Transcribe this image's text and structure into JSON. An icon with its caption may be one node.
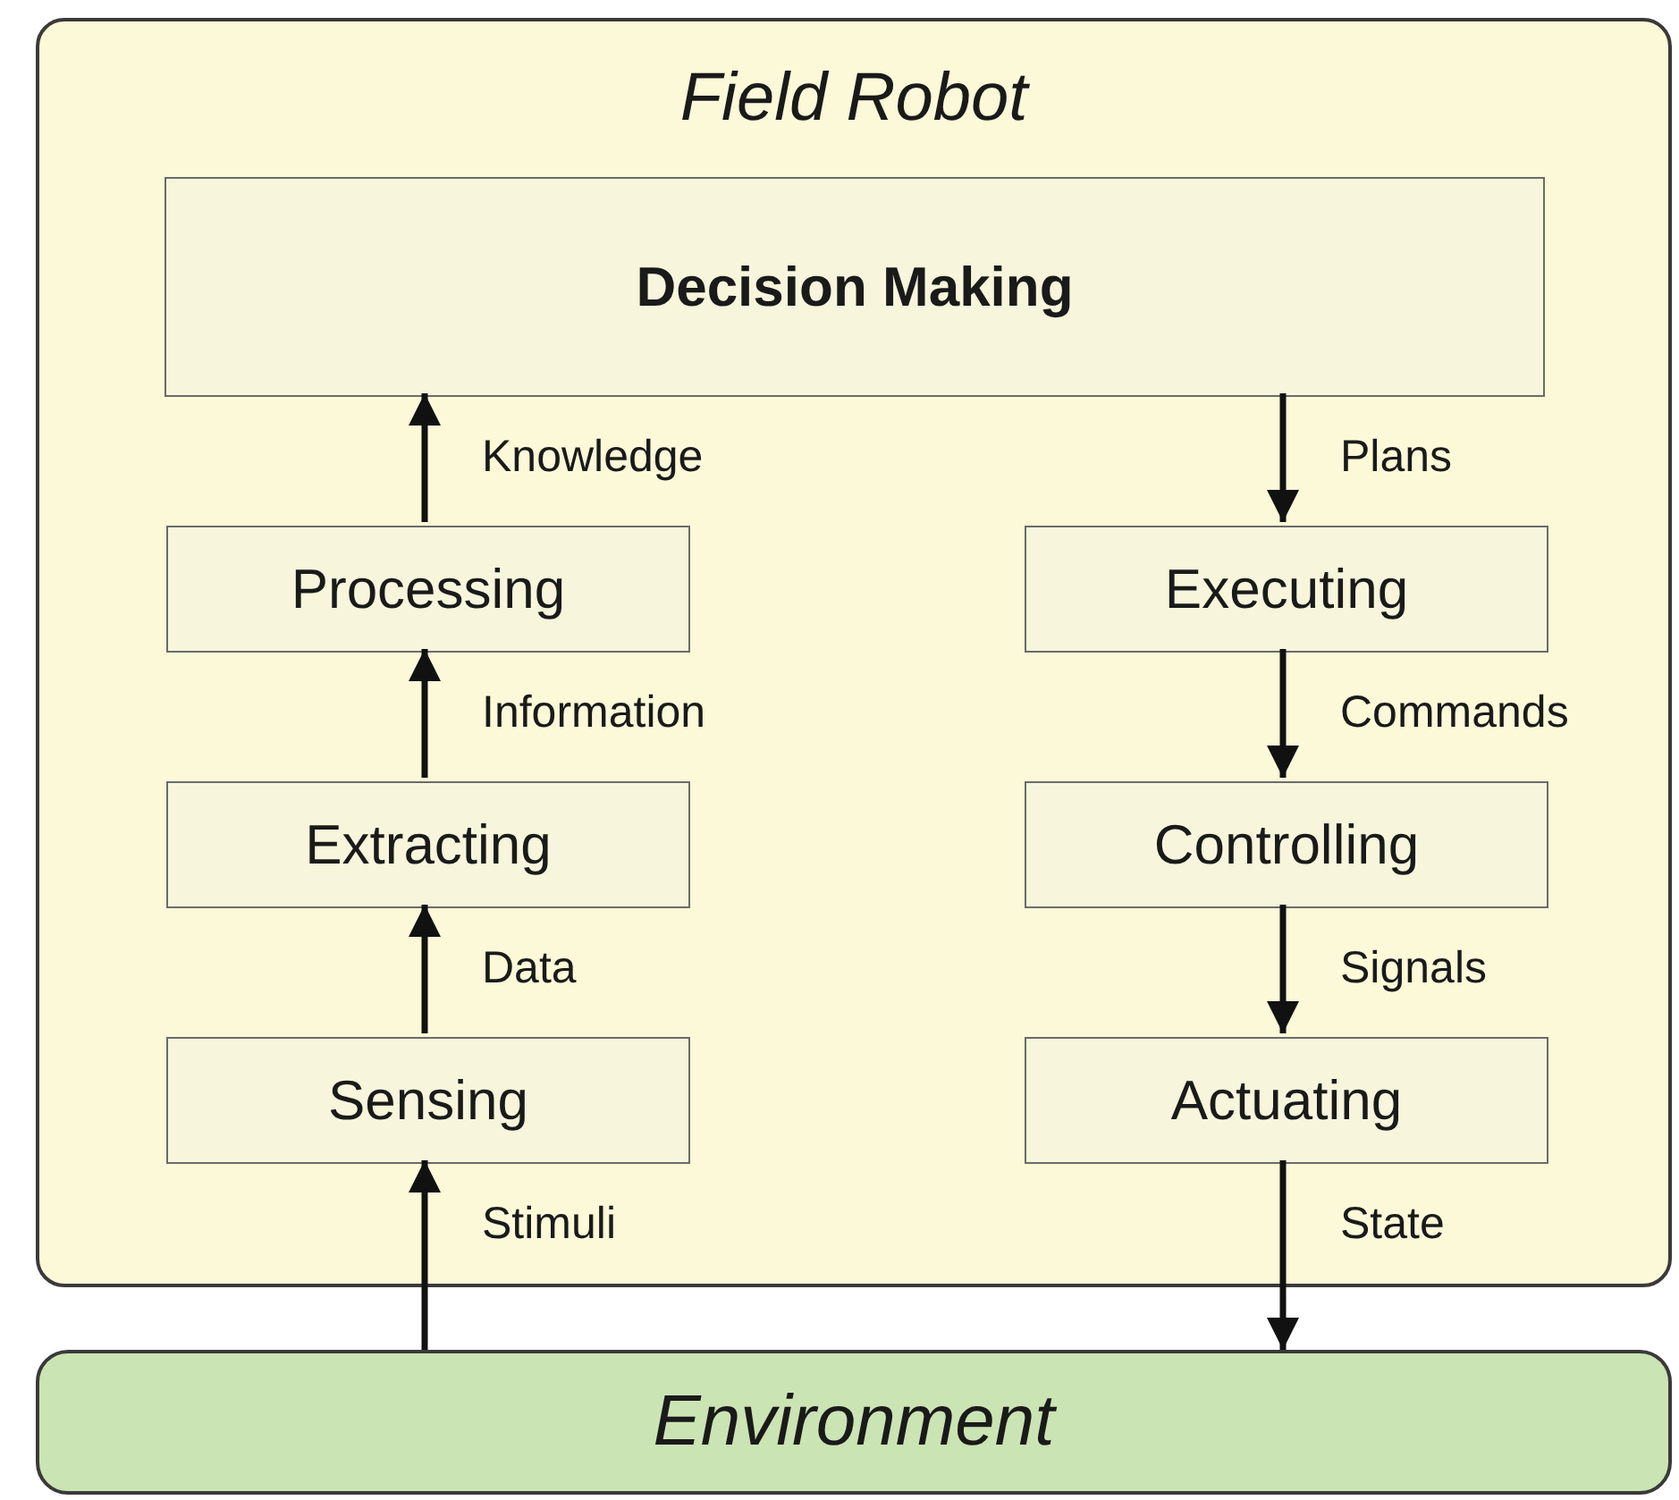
{
  "diagram": {
    "nodes": [
      {
        "text": [
          "Field Robot"
        ]
      },
      {
        "text": [
          "Decision Making"
        ],
        "in": 0
      },
      {
        "text": [
          "Processing"
        ],
        "in": 0
      },
      {
        "text": [
          "Extracting"
        ],
        "in": 0
      },
      {
        "text": [
          "Sensing"
        ],
        "in": 0
      },
      {
        "text": [
          "Executing"
        ],
        "in": 0
      },
      {
        "text": [
          "Controlling"
        ],
        "in": 0
      },
      {
        "text": [
          "Actuating"
        ],
        "in": 0
      },
      {
        "text": [
          "Environment"
        ]
      }
    ],
    "edges": [
      {
        "from": 8,
        "to": 4,
        "arrow": "to",
        "label": "Stimuli"
      },
      {
        "from": 4,
        "to": 3,
        "arrow": "to",
        "label": "Data"
      },
      {
        "from": 3,
        "to": 2,
        "arrow": "to",
        "label": "Information"
      },
      {
        "from": 2,
        "to": 1,
        "arrow": "to",
        "label": "Knowledge"
      },
      {
        "from": 1,
        "to": 5,
        "arrow": "to",
        "label": "Plans"
      },
      {
        "from": 5,
        "to": 6,
        "arrow": "to",
        "label": "Commands"
      },
      {
        "from": 6,
        "to": 7,
        "arrow": "to",
        "label": "Signals"
      },
      {
        "from": 7,
        "to": 8,
        "arrow": "to",
        "label": "State"
      }
    ]
  }
}
